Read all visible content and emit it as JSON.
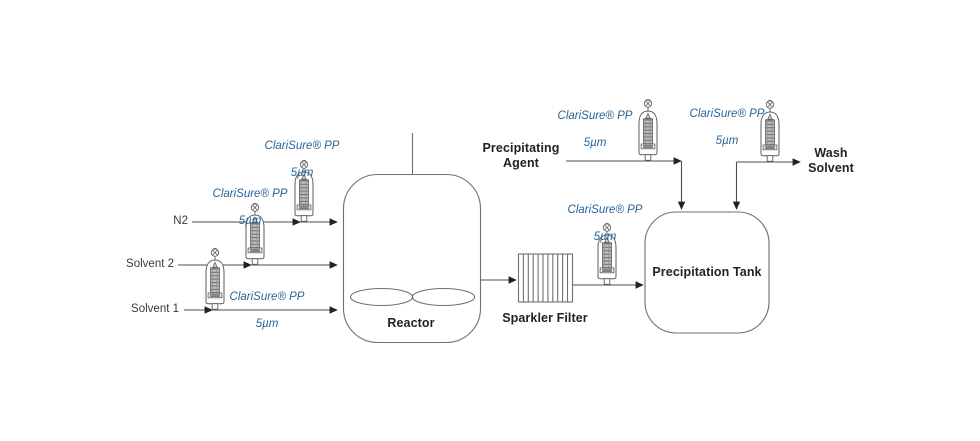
{
  "colors": {
    "accent_blue": "#2a6496",
    "label_dark": "#242124",
    "stream_text": "#39393b",
    "pipe_line": "#4d4d4f",
    "vessel_outline": "#6f7073"
  },
  "streams": {
    "n2": "N2",
    "solvent2": "Solvent 2",
    "solvent1": "Solvent 1",
    "precipitating_agent": "Precipitating Agent",
    "wash_solvent": "Wash Solvent"
  },
  "equipment": {
    "reactor": "Reactor",
    "sparkler_filter": "Sparkler Filter",
    "precipitation_tank": "Precipitation Tank"
  },
  "filters": [
    {
      "id": "n2-line-filter",
      "product": "ClariSure® PP",
      "rating": "5µm"
    },
    {
      "id": "solvent2-line-filter",
      "product": "ClariSure® PP",
      "rating": "5µm"
    },
    {
      "id": "solvent1-line-filter",
      "product": "ClariSure® PP",
      "rating": "5µm"
    },
    {
      "id": "sparkler-outlet-filter",
      "product": "ClariSure® PP",
      "rating": "5µm"
    },
    {
      "id": "precipitating-agent-filter",
      "product": "ClariSure® PP",
      "rating": "5µm"
    },
    {
      "id": "wash-solvent-filter",
      "product": "ClariSure® PP",
      "rating": "5µm"
    }
  ]
}
